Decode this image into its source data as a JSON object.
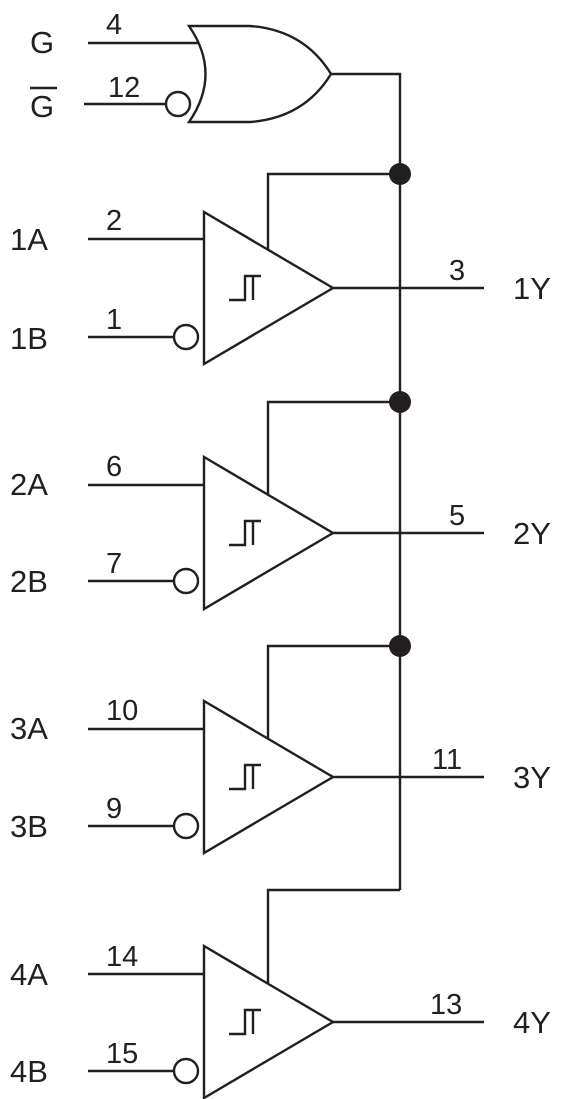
{
  "enable": {
    "inputs": [
      {
        "label": "G",
        "pin": "4",
        "inverted": false
      },
      {
        "label": "G",
        "pin": "12",
        "inverted": true,
        "overbar": true
      }
    ]
  },
  "channels": [
    {
      "a_label": "1A",
      "a_pin": "2",
      "b_label": "1B",
      "b_pin": "1",
      "y_label": "1Y",
      "y_pin": "3"
    },
    {
      "a_label": "2A",
      "a_pin": "6",
      "b_label": "2B",
      "b_pin": "7",
      "y_label": "2Y",
      "y_pin": "5"
    },
    {
      "a_label": "3A",
      "a_pin": "10",
      "b_label": "3B",
      "b_pin": "9",
      "y_label": "3Y",
      "y_pin": "11"
    },
    {
      "a_label": "4A",
      "a_pin": "14",
      "b_label": "4B",
      "b_pin": "15",
      "y_label": "4Y",
      "y_pin": "13"
    }
  ],
  "icons": [
    "or-gate-icon",
    "inversion-bubble-icon",
    "buffer-triangle-icon",
    "schmitt-trigger-icon",
    "junction-dot-icon"
  ],
  "colors": {
    "ink": "#231f20",
    "background": "#ffffff"
  }
}
